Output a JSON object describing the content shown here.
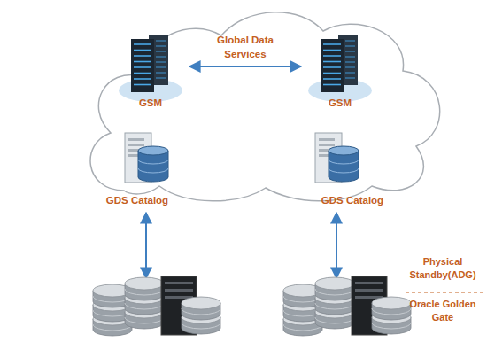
{
  "diagram": {
    "nodes": [
      {
        "text": [
          "GSM"
        ]
      },
      {
        "text": [
          "GSM"
        ]
      },
      {
        "text": [
          "GDS Catalog"
        ]
      },
      {
        "text": [
          "GDS Catalog"
        ]
      }
    ],
    "edges": [
      {
        "from": 0,
        "to": 1,
        "label": "Global Data Services",
        "arrow": "both"
      }
    ],
    "labels": [
      "Physical Standby(ADG)",
      "Oracle Golden Gate"
    ]
  }
}
